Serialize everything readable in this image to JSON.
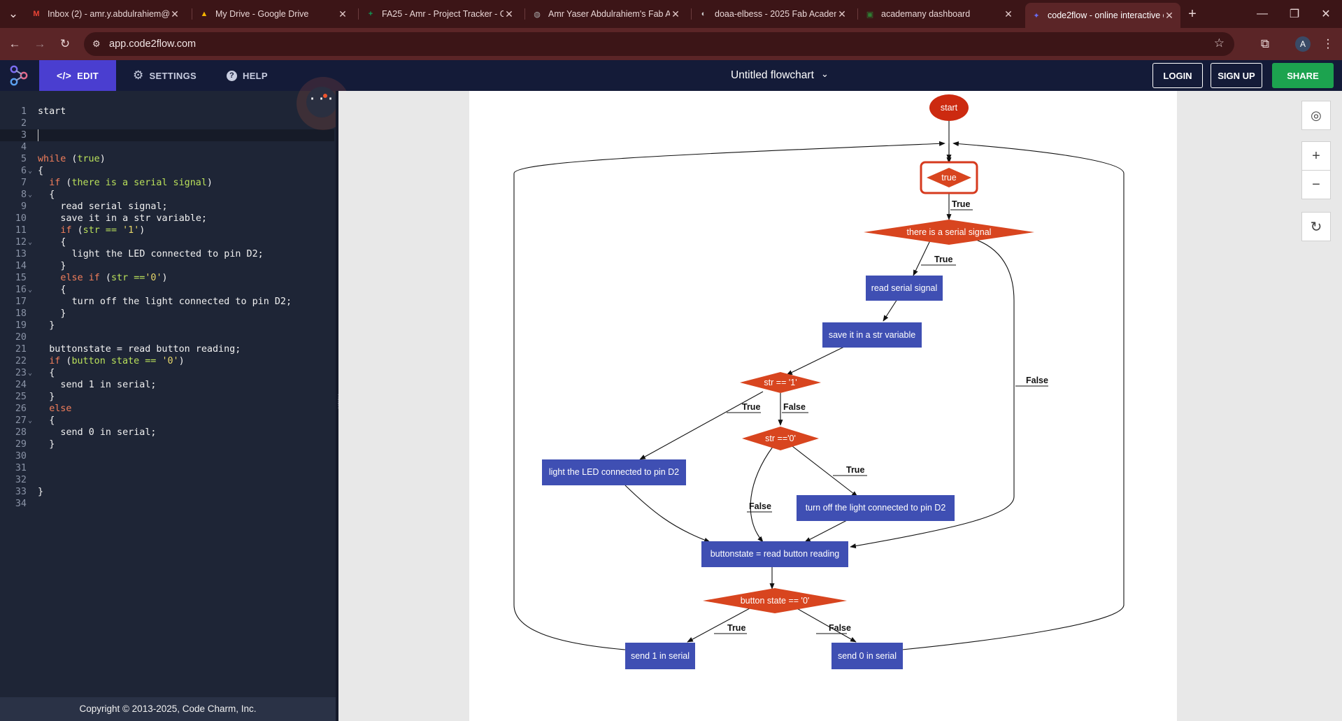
{
  "browser": {
    "tabs": [
      {
        "title": "Inbox (2) - amr.y.abdulrahiem@",
        "icon": "gmail-icon",
        "color": "#ea4335",
        "glyph": "M"
      },
      {
        "title": "My Drive - Google Drive",
        "icon": "google-drive-icon",
        "color": "#f4b400",
        "glyph": "▲"
      },
      {
        "title": "FA25 - Amr - Project Tracker - G",
        "icon": "google-sheets-icon",
        "color": "#0f9d58",
        "glyph": "+"
      },
      {
        "title": "Amr Yaser Abdulrahiem's Fab A",
        "icon": "globe-icon",
        "color": "#aaaaaa",
        "glyph": "◍"
      },
      {
        "title": "doaa-elbess - 2025 Fab Academ",
        "icon": "gitlab-icon",
        "color": "#cccccc",
        "glyph": "◐"
      },
      {
        "title": "academany dashboard",
        "icon": "academany-icon",
        "color": "#2e7d32",
        "glyph": "▣"
      },
      {
        "title": "code2flow - online interactive c",
        "icon": "code2flow-icon",
        "color": "#6a6cf0",
        "glyph": "✦"
      }
    ],
    "url": "app.code2flow.com",
    "profile_initial": "A"
  },
  "app": {
    "nav": {
      "edit": "EDIT",
      "settings": "SETTINGS",
      "help": "HELP"
    },
    "title": "Untitled flowchart",
    "buttons": {
      "login": "LOGIN",
      "signup": "SIGN UP",
      "share": "SHARE"
    },
    "footer": "Copyright © 2013-2025, Code Charm, Inc."
  },
  "code": {
    "current_line": 3,
    "lines": [
      {
        "n": "1",
        "fold": false,
        "indent": 0,
        "parts": [
          [
            "t",
            "start"
          ]
        ]
      },
      {
        "n": "2",
        "fold": false,
        "indent": 0,
        "parts": []
      },
      {
        "n": "3",
        "fold": false,
        "indent": 0,
        "parts": []
      },
      {
        "n": "4",
        "fold": false,
        "indent": 0,
        "parts": []
      },
      {
        "n": "5",
        "fold": false,
        "indent": 0,
        "parts": [
          [
            "kw",
            "while"
          ],
          [
            "t",
            " ("
          ],
          [
            "tr",
            "true"
          ],
          [
            "t",
            ")"
          ]
        ]
      },
      {
        "n": "6",
        "fold": true,
        "indent": 0,
        "parts": [
          [
            "t",
            "{"
          ]
        ]
      },
      {
        "n": "7",
        "fold": false,
        "indent": 2,
        "parts": [
          [
            "kw",
            "if"
          ],
          [
            "t",
            " ("
          ],
          [
            "tr",
            "there is a serial signal"
          ],
          [
            "t",
            ")"
          ]
        ]
      },
      {
        "n": "8",
        "fold": true,
        "indent": 2,
        "parts": [
          [
            "t",
            "{"
          ]
        ]
      },
      {
        "n": "9",
        "fold": false,
        "indent": 4,
        "parts": [
          [
            "t",
            "read serial signal;"
          ]
        ]
      },
      {
        "n": "10",
        "fold": false,
        "indent": 4,
        "parts": [
          [
            "t",
            "save it in a str variable;"
          ]
        ]
      },
      {
        "n": "11",
        "fold": false,
        "indent": 4,
        "parts": [
          [
            "kw",
            "if"
          ],
          [
            "t",
            " ("
          ],
          [
            "tr",
            "str == "
          ],
          [
            "st",
            "'1'"
          ],
          [
            "t",
            ")"
          ]
        ]
      },
      {
        "n": "12",
        "fold": true,
        "indent": 4,
        "parts": [
          [
            "t",
            "{"
          ]
        ]
      },
      {
        "n": "13",
        "fold": false,
        "indent": 6,
        "parts": [
          [
            "t",
            "light the LED connected to pin D2;"
          ]
        ]
      },
      {
        "n": "14",
        "fold": false,
        "indent": 4,
        "parts": [
          [
            "t",
            "}"
          ]
        ]
      },
      {
        "n": "15",
        "fold": false,
        "indent": 4,
        "parts": [
          [
            "kw",
            "else if"
          ],
          [
            "t",
            " ("
          ],
          [
            "tr",
            "str =="
          ],
          [
            "st",
            "'0'"
          ],
          [
            "t",
            ")"
          ]
        ]
      },
      {
        "n": "16",
        "fold": true,
        "indent": 4,
        "parts": [
          [
            "t",
            "{"
          ]
        ]
      },
      {
        "n": "17",
        "fold": false,
        "indent": 6,
        "parts": [
          [
            "t",
            "turn off the light connected to pin D2;"
          ]
        ]
      },
      {
        "n": "18",
        "fold": false,
        "indent": 4,
        "parts": [
          [
            "t",
            "}"
          ]
        ]
      },
      {
        "n": "19",
        "fold": false,
        "indent": 2,
        "parts": [
          [
            "t",
            "}"
          ]
        ]
      },
      {
        "n": "20",
        "fold": false,
        "indent": 0,
        "parts": []
      },
      {
        "n": "21",
        "fold": false,
        "indent": 2,
        "parts": [
          [
            "t",
            "buttonstate = read button reading;"
          ]
        ]
      },
      {
        "n": "22",
        "fold": false,
        "indent": 2,
        "parts": [
          [
            "kw",
            "if"
          ],
          [
            "t",
            " ("
          ],
          [
            "tr",
            "button state == "
          ],
          [
            "st",
            "'0'"
          ],
          [
            "t",
            ")"
          ]
        ]
      },
      {
        "n": "23",
        "fold": true,
        "indent": 2,
        "parts": [
          [
            "t",
            "{"
          ]
        ]
      },
      {
        "n": "24",
        "fold": false,
        "indent": 4,
        "parts": [
          [
            "t",
            "send 1 in serial;"
          ]
        ]
      },
      {
        "n": "25",
        "fold": false,
        "indent": 2,
        "parts": [
          [
            "t",
            "}"
          ]
        ]
      },
      {
        "n": "26",
        "fold": false,
        "indent": 2,
        "parts": [
          [
            "kw",
            "else"
          ]
        ]
      },
      {
        "n": "27",
        "fold": true,
        "indent": 2,
        "parts": [
          [
            "t",
            "{"
          ]
        ]
      },
      {
        "n": "28",
        "fold": false,
        "indent": 4,
        "parts": [
          [
            "t",
            "send 0 in serial;"
          ]
        ]
      },
      {
        "n": "29",
        "fold": false,
        "indent": 2,
        "parts": [
          [
            "t",
            "}"
          ]
        ]
      },
      {
        "n": "30",
        "fold": false,
        "indent": 0,
        "parts": []
      },
      {
        "n": "31",
        "fold": false,
        "indent": 0,
        "parts": []
      },
      {
        "n": "32",
        "fold": false,
        "indent": 0,
        "parts": []
      },
      {
        "n": "33",
        "fold": false,
        "indent": 0,
        "parts": [
          [
            "t",
            "}"
          ]
        ]
      },
      {
        "n": "34",
        "fold": false,
        "indent": 0,
        "parts": []
      }
    ]
  },
  "flowchart": {
    "colors": {
      "terminal": "#cc2a10",
      "decision": "#d8451f",
      "process": "#3f4fb3",
      "highlight": "#d63a1e"
    },
    "nodes": {
      "start": "start",
      "loop": "true",
      "serial": "there is a serial signal",
      "read": "read serial signal",
      "save": "save it in a str variable",
      "str1": "str == '1'",
      "str0": "str =='0'",
      "led": "light the LED connected to pin D2",
      "off": "turn off the light connected to pin D2",
      "btnstate": "buttonstate = read button reading",
      "btncond": "button state == '0'",
      "send1": "send 1 in serial",
      "send0": "send 0 in serial"
    },
    "edge_labels": {
      "true": "True",
      "false": "False"
    }
  }
}
